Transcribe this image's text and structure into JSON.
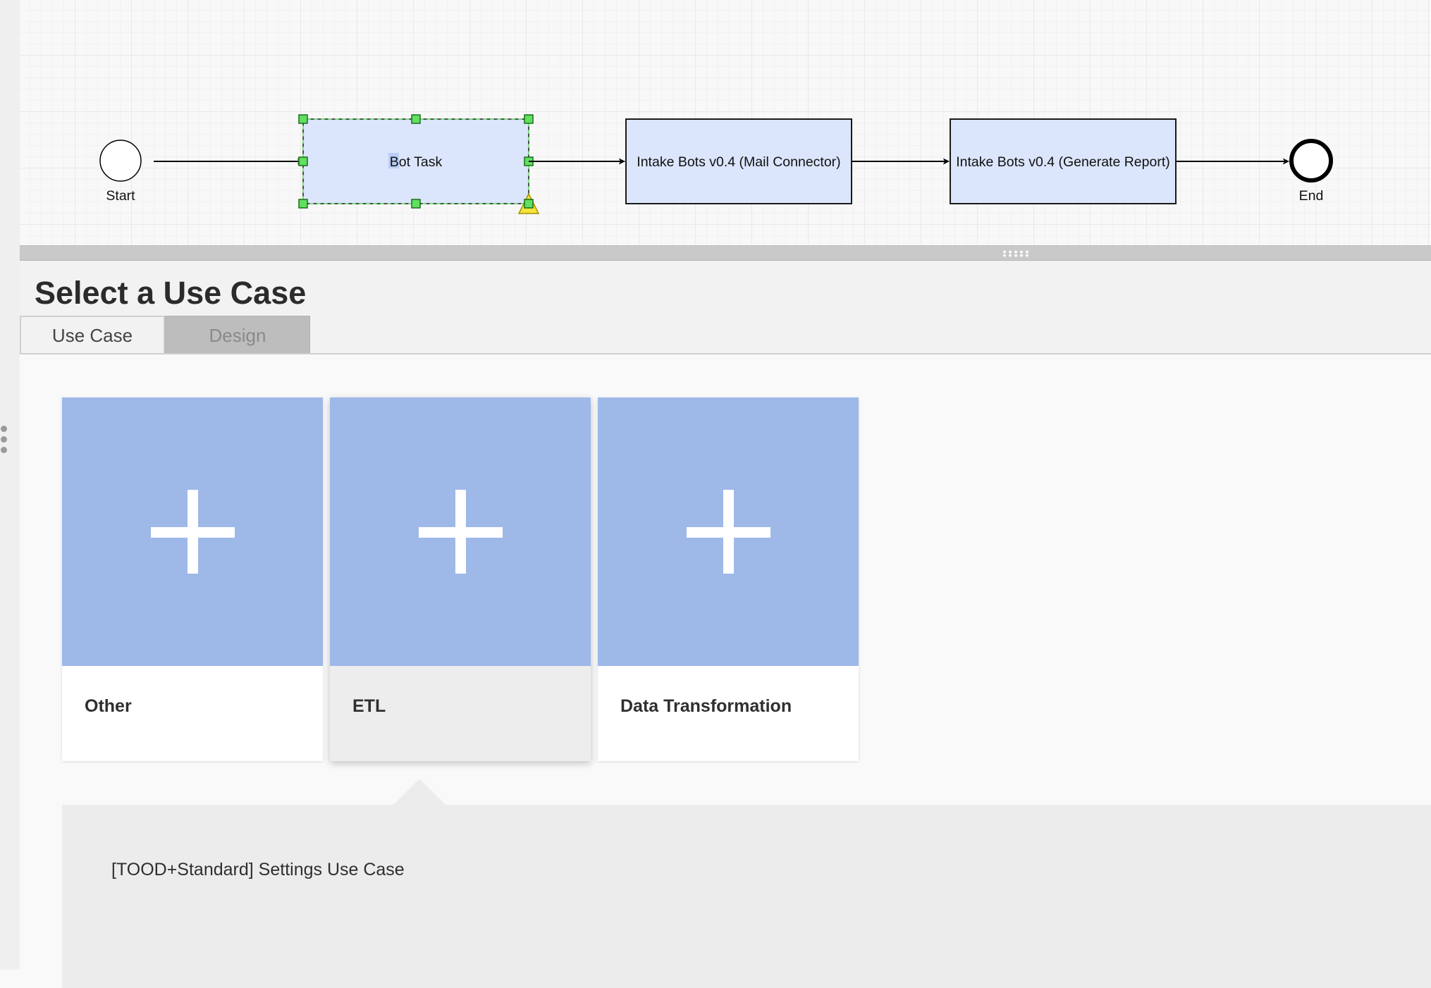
{
  "diagram": {
    "start_label": "Start",
    "end_label": "End",
    "tasks": [
      {
        "label": "Bot Task"
      },
      {
        "label": "Intake Bots v0.4 (Mail Connector)"
      },
      {
        "label": "Intake Bots v0.4 (Generate Report)"
      }
    ]
  },
  "panel": {
    "title": "Select a Use Case",
    "tabs": [
      {
        "label": "Use Case",
        "active": true
      },
      {
        "label": "Design",
        "active": false
      }
    ]
  },
  "use_cases": [
    {
      "label": "Other",
      "selected": false
    },
    {
      "label": "ETL",
      "selected": true
    },
    {
      "label": "Data Transformation",
      "selected": false
    }
  ],
  "selected_use_case": {
    "items": [
      "[TOOD+Standard] Settings Use Case"
    ]
  },
  "colors": {
    "task_fill": "#dbe5fb",
    "card_thumbnail": "#9eb8e8",
    "selection_handles": "#5fe05f"
  }
}
